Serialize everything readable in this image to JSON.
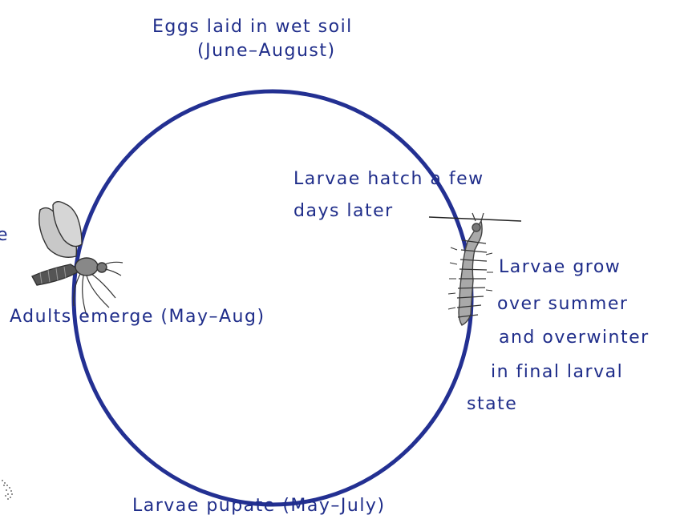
{
  "colors": {
    "ink": "#1f2d8a",
    "cycle": "#233092",
    "insect": "#555555",
    "insect_fill": "#c8c8c8"
  },
  "labels": {
    "eggs": "Eggs laid in wet soil",
    "eggs_period": "(June–August)",
    "hatch_1": "Larvae hatch a few",
    "hatch_2": "days later",
    "grow_1": "Larvae grow",
    "grow_2": "over summer",
    "grow_3": "and overwinter",
    "grow_4": "in final larval",
    "grow_5": "state",
    "pupate": "Larvae pupate (May–July)",
    "adults": "Adults emerge (May–Aug)",
    "cut_letter": "e"
  }
}
